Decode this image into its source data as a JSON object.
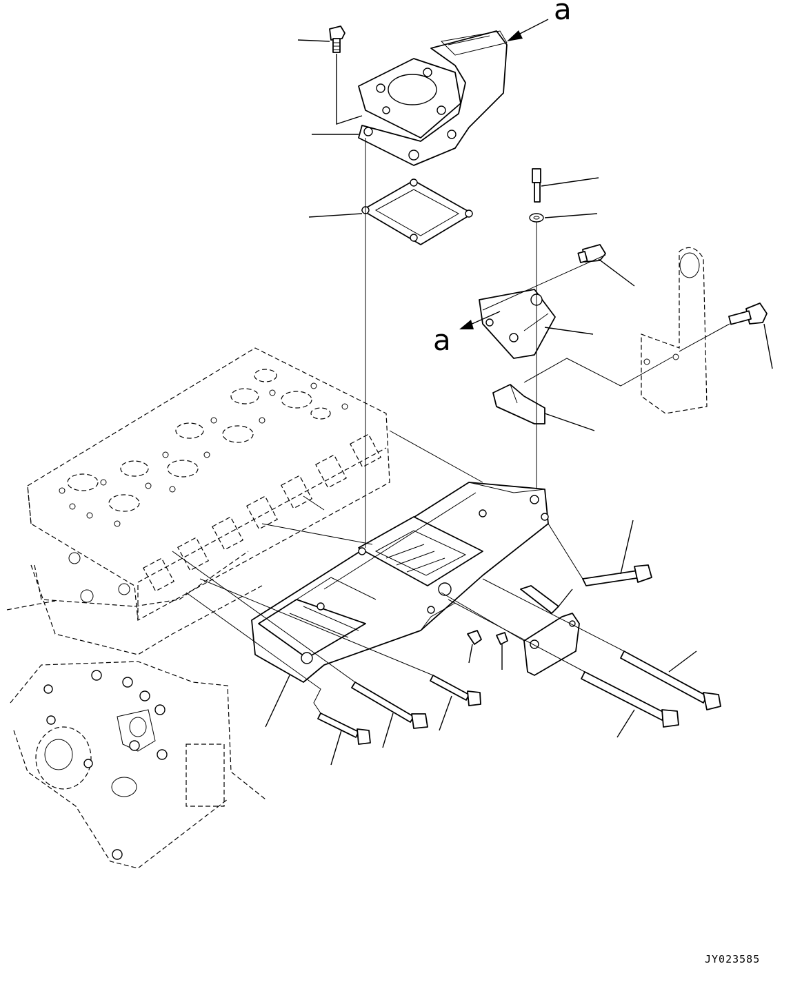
{
  "diagram": {
    "reference_label_top": "a",
    "reference_label_mid": "a",
    "drawing_code": "JY023585"
  }
}
